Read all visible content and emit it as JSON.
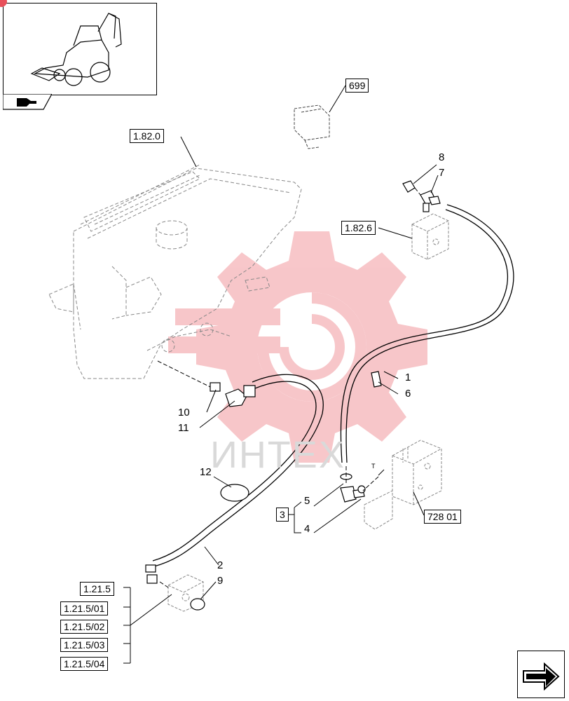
{
  "watermark": {
    "text": "ИНТЕХ",
    "color": "#e8505b"
  },
  "reference_boxes": {
    "r699": "699",
    "r1820": "1.82.0",
    "r1826": "1.82.6",
    "r72801": "728 01",
    "r3": "3",
    "r1215": "1.21.5",
    "r121501": "1.21.5/01",
    "r121502": "1.21.5/02",
    "r121503": "1.21.5/03",
    "r121504": "1.21.5/04"
  },
  "callouts": {
    "c1": "1",
    "c2": "2",
    "c4": "4",
    "c5": "5",
    "c6": "6",
    "c7": "7",
    "c8": "8",
    "c9": "9",
    "c10": "10",
    "c11": "11",
    "c12": "12"
  },
  "port_marker": "T",
  "icons": {
    "thumbnail": "backhoe-loader-icon",
    "section_tab": "hand-pointer-icon",
    "next_page": "next-page-arrow-icon"
  }
}
